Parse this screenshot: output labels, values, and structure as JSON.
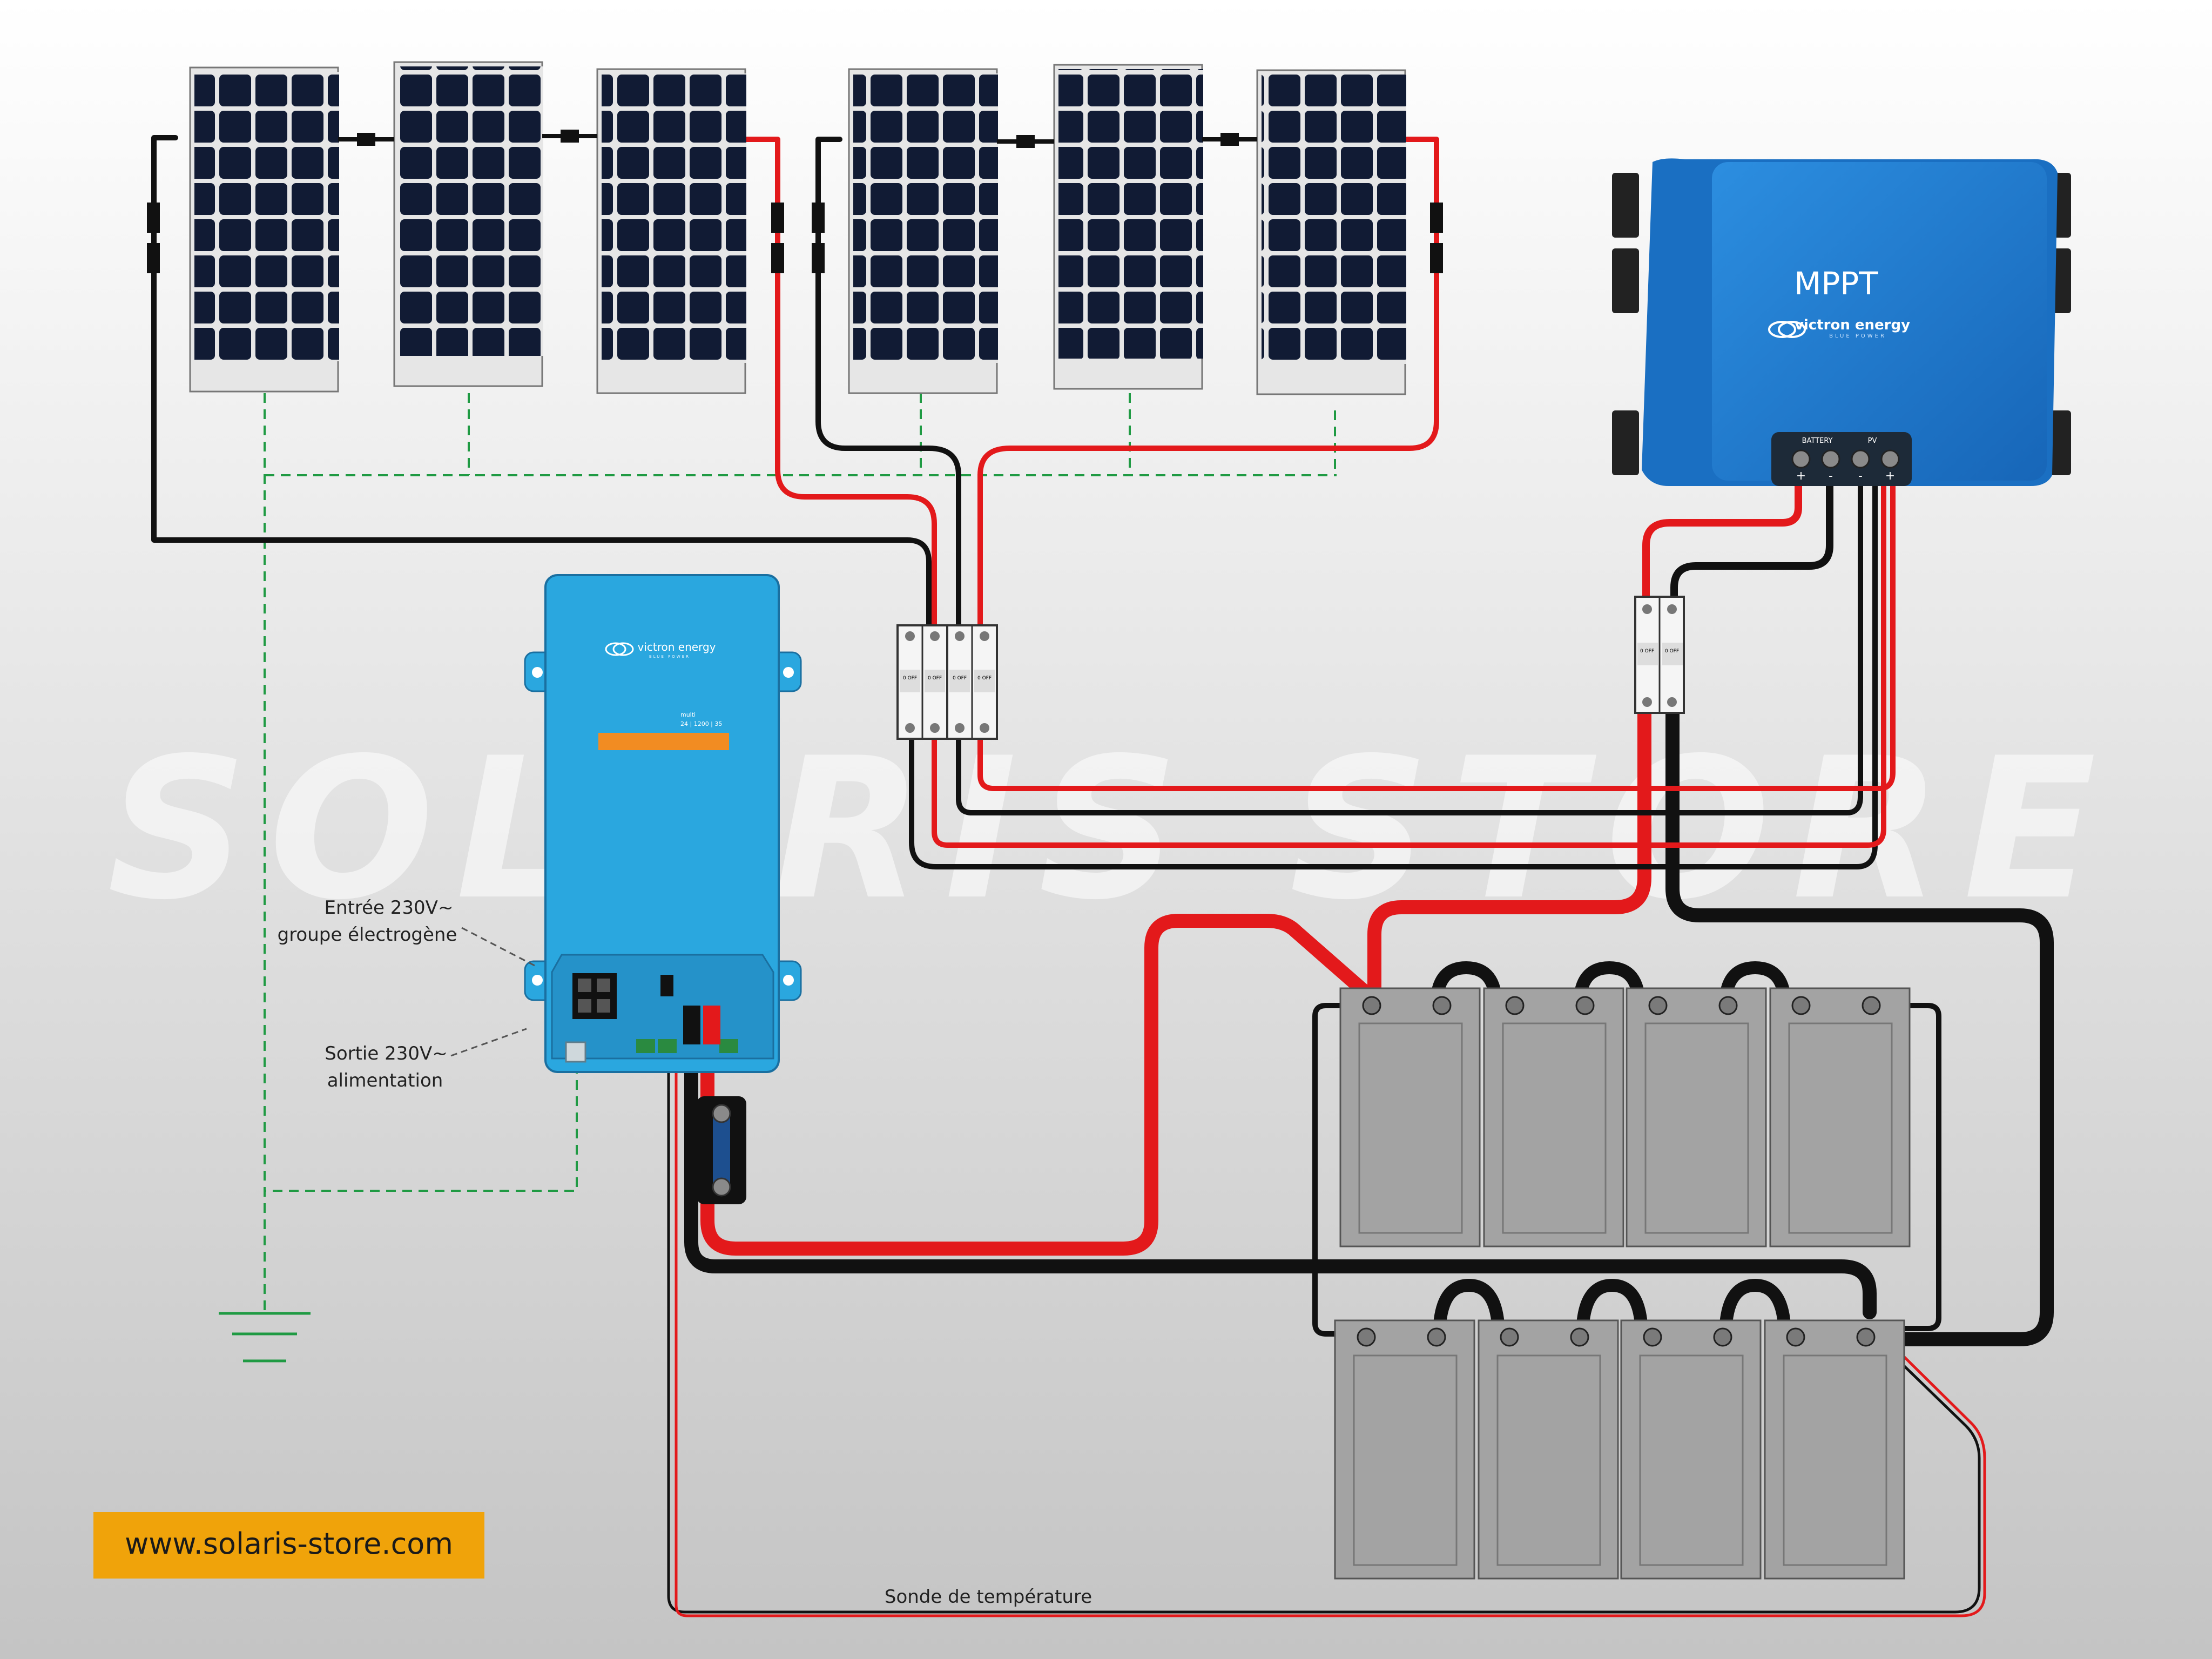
{
  "watermark": "SOLARIS STORE",
  "mppt": {
    "title": "MPPT",
    "brand": "victron energy",
    "brand_sub": "BLUE POWER",
    "terminal_battery": "BATTERY",
    "terminal_pv": "PV",
    "terminal_signs": [
      "+",
      "-",
      "-",
      "+"
    ]
  },
  "inverter": {
    "brand": "victron energy",
    "brand_sub": "BLUE POWER",
    "model_line1": "multi",
    "model_line2": "24 | 1200 | 35"
  },
  "breakers": {
    "state_label": "0 OFF"
  },
  "labels": {
    "ac_input_line1": "Entrée 230V~",
    "ac_input_line2": "groupe électrogène",
    "ac_output_line1": "Sortie 230V~",
    "ac_output_line2": "alimentation",
    "temp_sensor": "Sonde de température"
  },
  "website": "www.solaris-store.com",
  "colors": {
    "positive_wire": "#e3191b",
    "negative_wire": "#111111",
    "ground_wire": "#1f9a43",
    "victron_blue": "#2aa7df",
    "mppt_blue": "#1b7fd4",
    "website_badge": "#f0a30a",
    "battery_gray": "#a3a3a3"
  }
}
